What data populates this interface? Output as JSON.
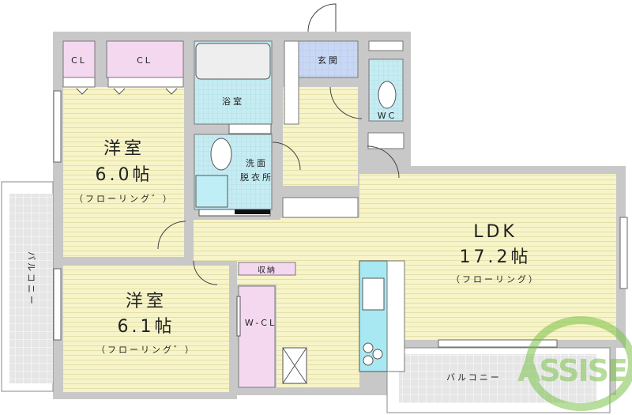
{
  "rooms": {
    "bedroom1": {
      "name": "洋室",
      "size": "6.0帖",
      "floor": "（フローリング゛）"
    },
    "bedroom2": {
      "name": "洋室",
      "size": "6.1帖",
      "floor": "（フローリング゛）"
    },
    "ldk": {
      "name": "LDK",
      "size": "17.2帖",
      "floor": "（フローリング）"
    },
    "closet1": "CL",
    "closet2": "CL",
    "bath": "浴室",
    "washroom_line1": "洗面",
    "washroom_line2": "脱衣所",
    "entrance": "玄関",
    "toilet": "WC",
    "storage": "収納",
    "walk_in_closet": "W-CL",
    "balcony_left": "バルコニー",
    "balcony_bottom": "バルコニー"
  },
  "watermark": "ASSISE",
  "colors": {
    "wall": "#c8c8c8",
    "floor": "#f6f4c8",
    "wet": "#c6ecf2",
    "closet": "#f4d8f0",
    "entrance": "#c8d8f4",
    "watermark": "#7cc24a"
  }
}
